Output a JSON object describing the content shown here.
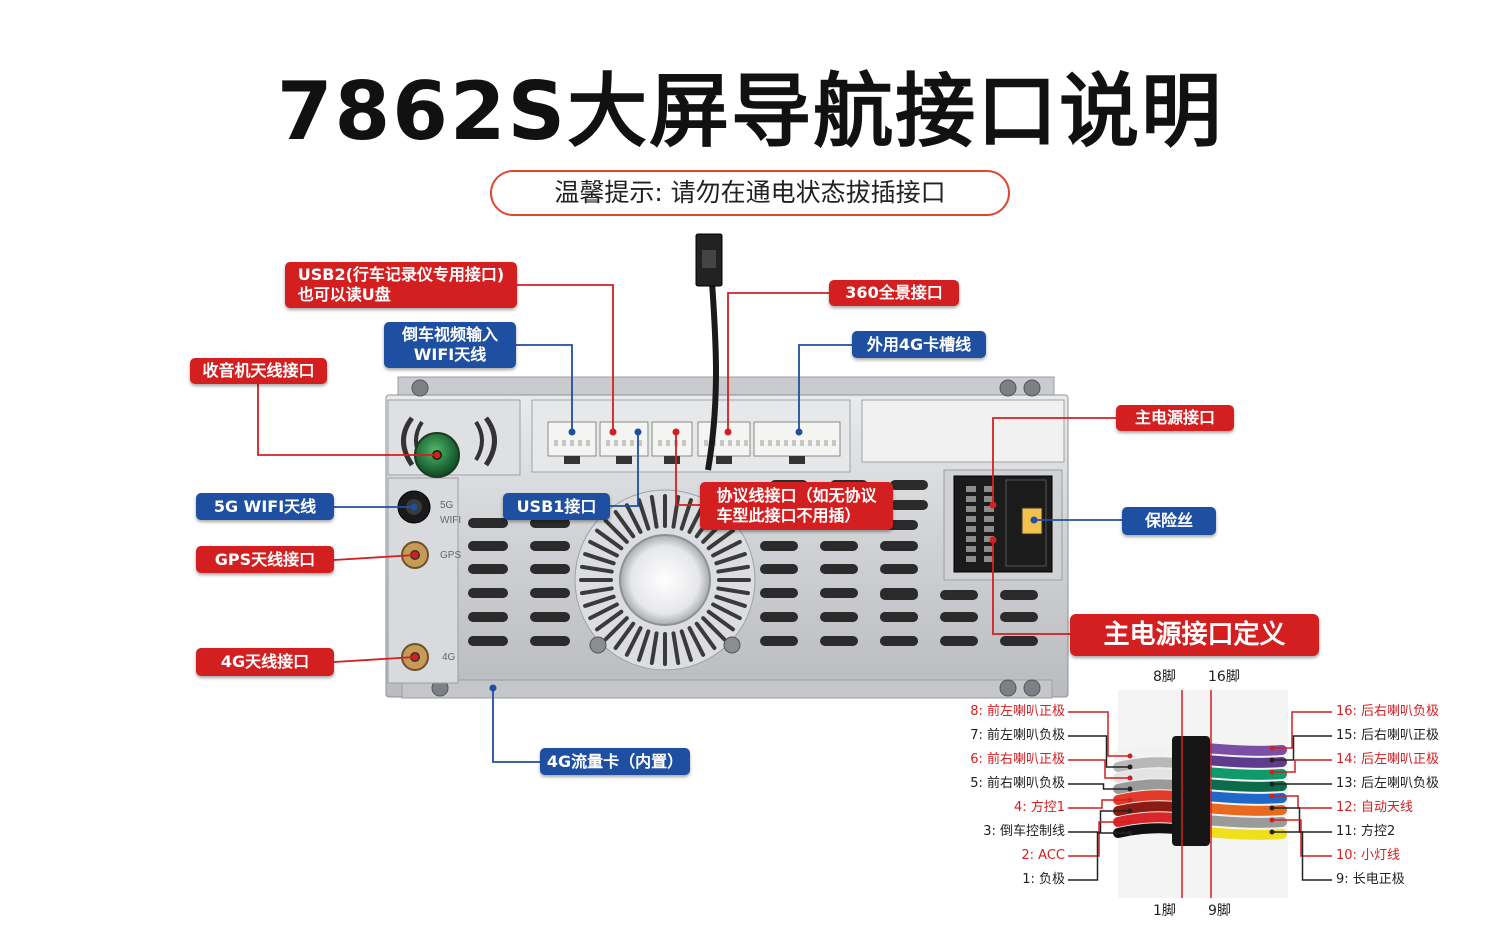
{
  "title": "7862S大屏导航接口说明",
  "tip": "温馨提示: 请勿在通电状态拔插接口",
  "labels": {
    "usb2": "USB2(行车记录仪专用接口)\n也可以读U盘",
    "cam360": "360全景接口",
    "reverse_video": "倒车视频输入\nWIFI天线",
    "ext_4g_card": "外用4G卡槽线",
    "radio_antenna": "收音机天线接口",
    "main_power": "主电源接口",
    "wifi5g": "5G WIFI天线",
    "usb1": "USB1接口",
    "protocol": "协议线接口（如无协议\n车型此接口不用插）",
    "fuse": "保险丝",
    "gps": "GPS天线接口",
    "main_power_def": "主电源接口定义",
    "antenna4g": "4G天线接口",
    "sim4g": "4G流量卡（内置）"
  },
  "panel_marks": {
    "g5": "5G",
    "wifi": "WIFI",
    "gps": "GPS",
    "g4": "4G"
  },
  "pins_left": [
    {
      "text": "8:  前左喇叭正极",
      "color": "#d41f21"
    },
    {
      "text": "7:  前左喇叭负极",
      "color": "#222222"
    },
    {
      "text": "6:  前右喇叭正极",
      "color": "#d41f21"
    },
    {
      "text": "5:  前右喇叭负极",
      "color": "#222222"
    },
    {
      "text": "4:  方控1",
      "color": "#d41f21"
    },
    {
      "text": "3:  倒车控制线",
      "color": "#222222"
    },
    {
      "text": "2:  ACC",
      "color": "#d41f21"
    },
    {
      "text": "1:  负极",
      "color": "#222222"
    }
  ],
  "pins_right": [
    {
      "text": "16:  后右喇叭负极",
      "color": "#d41f21"
    },
    {
      "text": "15:  后右喇叭正极",
      "color": "#222222"
    },
    {
      "text": "14:  后左喇叭正极",
      "color": "#d41f21"
    },
    {
      "text": "13:  后左喇叭负极",
      "color": "#222222"
    },
    {
      "text": "12:  自动天线",
      "color": "#d41f21"
    },
    {
      "text": "11:  方控2",
      "color": "#222222"
    },
    {
      "text": "10:  小灯线",
      "color": "#d41f21"
    },
    {
      "text": "9:  长电正极",
      "color": "#222222"
    }
  ],
  "foot_labels": {
    "top_left": "8脚",
    "top_right": "16脚",
    "bottom_left": "1脚",
    "bottom_right": "9脚"
  },
  "colors": {
    "accent_red": "#d41f21",
    "accent_blue": "#1f4fa0",
    "line_red": "#d41f21",
    "line_blue": "#1f4fa0"
  },
  "wire_colors_left": [
    "#f2f2f2",
    "#b8b8b8",
    "#e4e4e4",
    "#9a9a9a",
    "#e23b2a",
    "#8b1c14",
    "#d9262b",
    "#111111"
  ],
  "wire_colors_right": [
    "#7b4fa6",
    "#5e3c8c",
    "#0f9a6a",
    "#0b6b4a",
    "#1f67c9",
    "#e86a1e",
    "#9a9a9a",
    "#f0df1c"
  ]
}
